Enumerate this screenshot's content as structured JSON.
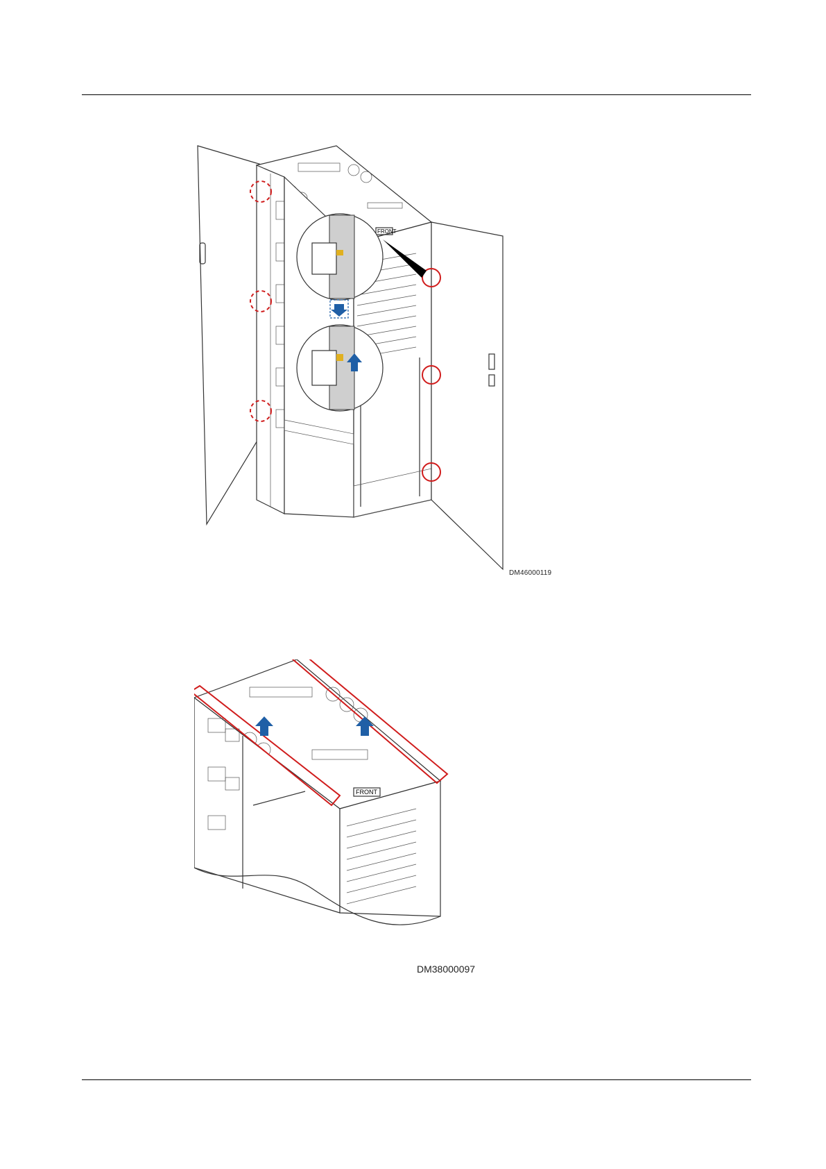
{
  "figure1": {
    "code": "DM46000119",
    "front_label": "FRONT"
  },
  "figure2": {
    "code": "DM38000097",
    "front_label": "FRONT"
  }
}
